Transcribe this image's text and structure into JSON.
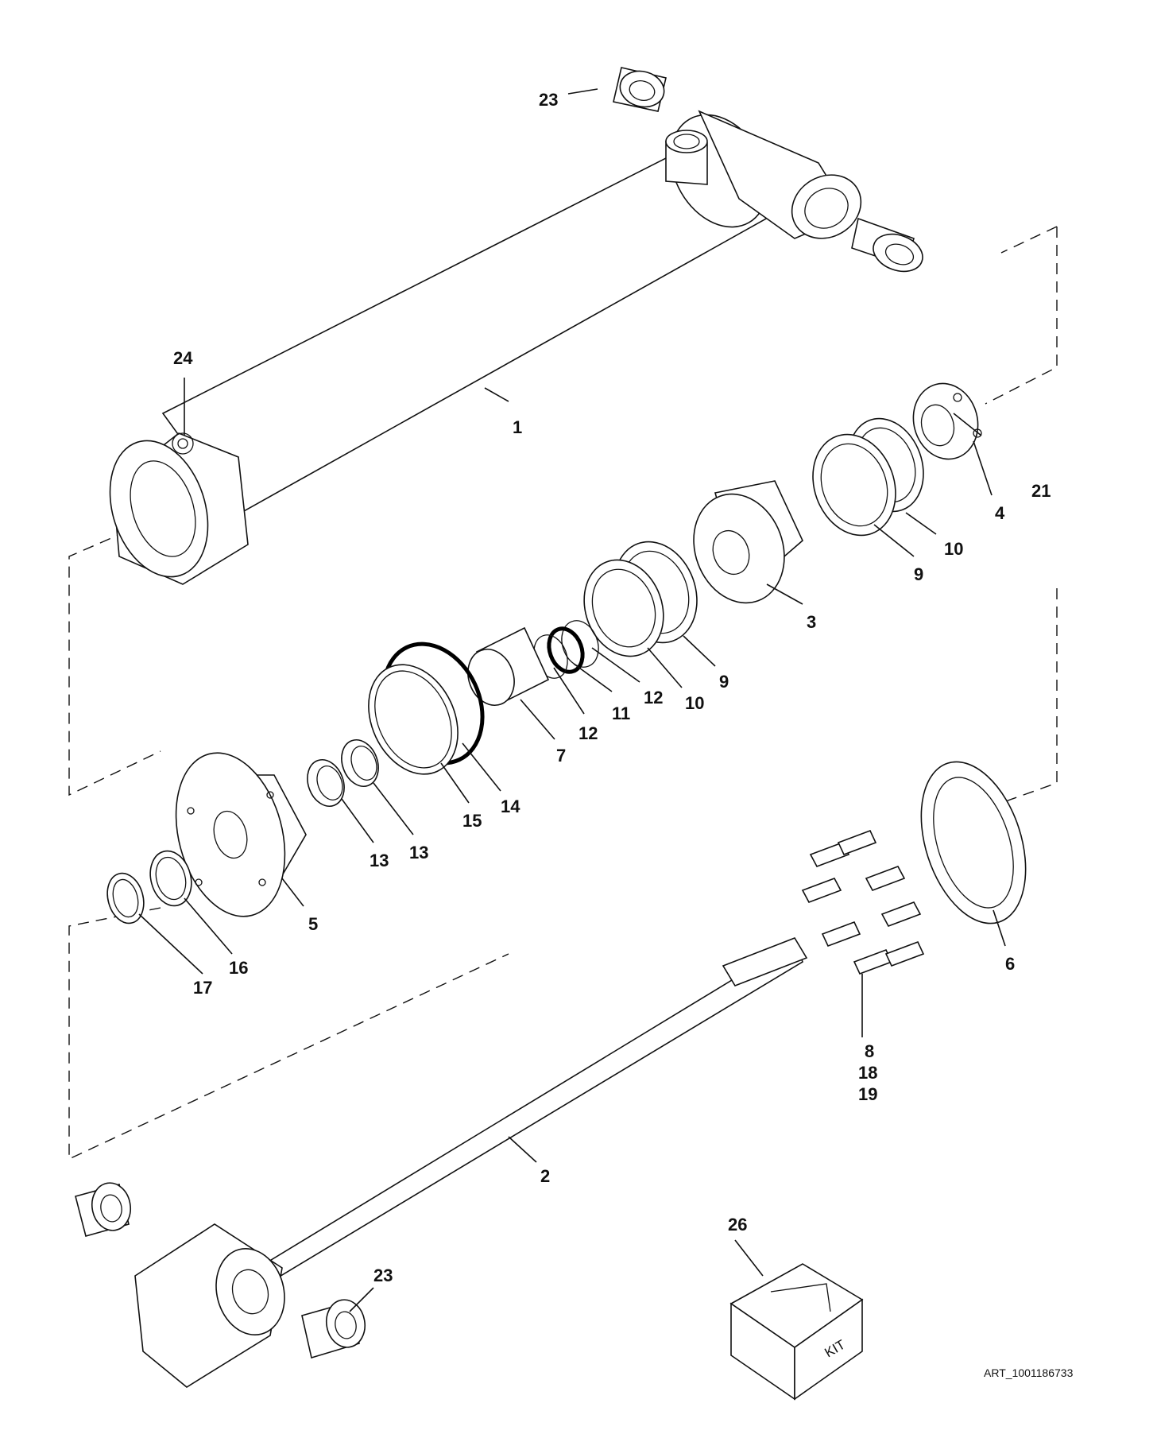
{
  "figure": {
    "art_reference": "ART_1001186733",
    "kit_box_label": "KIT"
  },
  "callouts": [
    {
      "id": "c23a",
      "label": "23"
    },
    {
      "id": "c24",
      "label": "24"
    },
    {
      "id": "c1",
      "label": "1"
    },
    {
      "id": "c21",
      "label": "21"
    },
    {
      "id": "c4",
      "label": "4"
    },
    {
      "id": "c10a",
      "label": "10"
    },
    {
      "id": "c9a",
      "label": "9"
    },
    {
      "id": "c3",
      "label": "3"
    },
    {
      "id": "c9b",
      "label": "9"
    },
    {
      "id": "c10b",
      "label": "10"
    },
    {
      "id": "c12a",
      "label": "12"
    },
    {
      "id": "c11",
      "label": "11"
    },
    {
      "id": "c12b",
      "label": "12"
    },
    {
      "id": "c7",
      "label": "7"
    },
    {
      "id": "c14",
      "label": "14"
    },
    {
      "id": "c15",
      "label": "15"
    },
    {
      "id": "c13a",
      "label": "13"
    },
    {
      "id": "c13b",
      "label": "13"
    },
    {
      "id": "c5",
      "label": "5"
    },
    {
      "id": "c16",
      "label": "16"
    },
    {
      "id": "c17",
      "label": "17"
    },
    {
      "id": "c6",
      "label": "6"
    },
    {
      "id": "c8",
      "label": "8"
    },
    {
      "id": "c18",
      "label": "18"
    },
    {
      "id": "c19",
      "label": "19"
    },
    {
      "id": "c2",
      "label": "2"
    },
    {
      "id": "c26",
      "label": "26"
    },
    {
      "id": "c23b",
      "label": "23"
    }
  ]
}
